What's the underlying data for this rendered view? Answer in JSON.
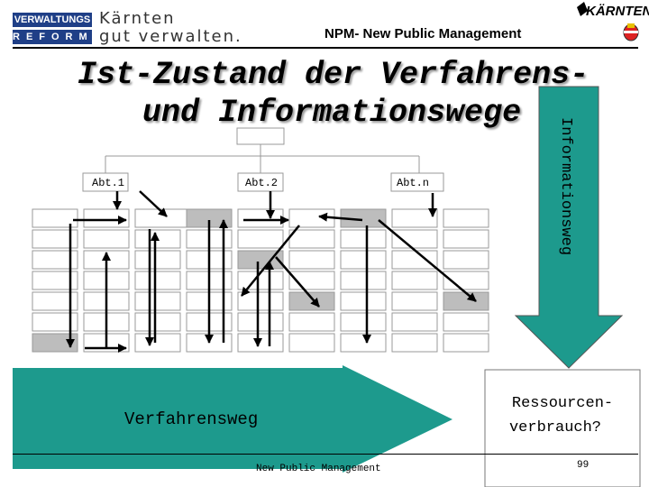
{
  "header": {
    "logo_left_line1": "VERWALTUNGS",
    "logo_left_line2": "REFORM",
    "logo_text_line1": "Kärnten",
    "logo_text_line2": "gut verwalten.",
    "title": "NPM- New Public Management",
    "logo_right_text": "KÄRNTEN"
  },
  "slide": {
    "title_line1": "Ist-Zustand der Verfahrens-",
    "title_line2": "und Informationswege"
  },
  "diagram": {
    "departments": [
      "Abt.1",
      "Abt.2",
      "Abt.n"
    ],
    "info_arrow_label": "Informationsweg",
    "process_arrow_label": "Verfahrensweg",
    "resource_label_line1": "Ressourcen-",
    "resource_label_line2": "verbrauch?",
    "colors": {
      "arrow_teal": "#1d9a8d",
      "box_gray": "#bdbdbd",
      "box_border": "#999999"
    }
  },
  "footer": {
    "text": "New Public Management",
    "page": "99"
  }
}
